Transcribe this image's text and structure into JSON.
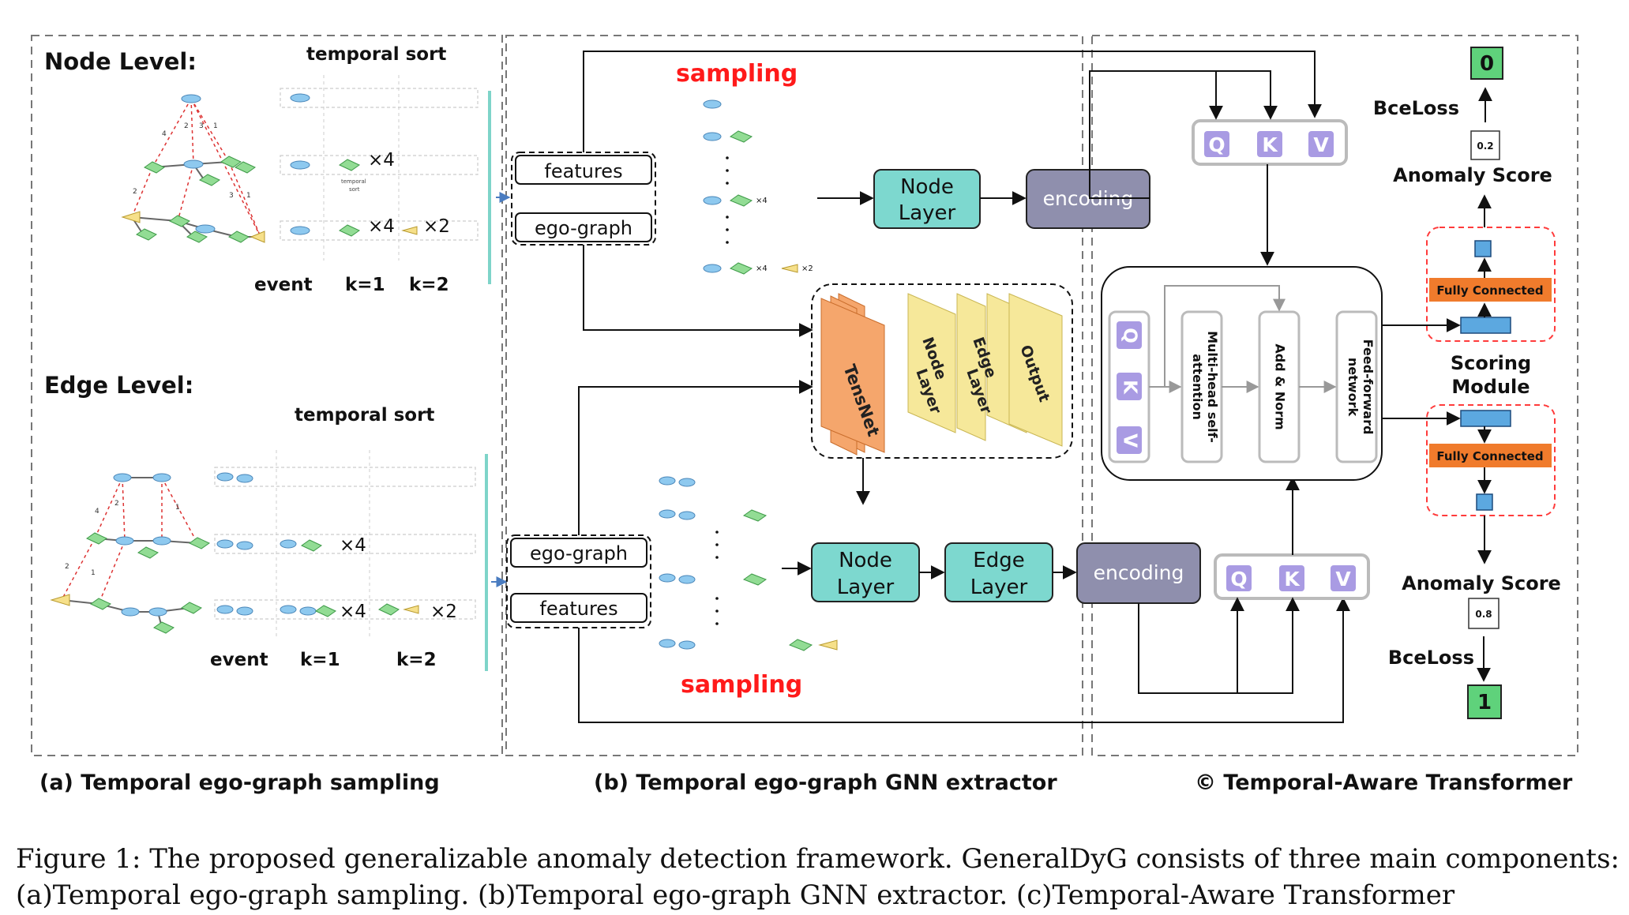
{
  "panel_a": {
    "node_level_title": "Node Level:",
    "edge_level_title": "Edge Level:",
    "temporal_sort": "temporal sort",
    "temporal_sort_small": [
      "temporal",
      "sort"
    ],
    "times4": "×4",
    "times2": "×2",
    "event": "event",
    "k1": "k=1",
    "k2": "k=2",
    "graph_edge_numbers": [
      "4",
      "2",
      "3",
      "1",
      "2",
      "3",
      "1"
    ],
    "caption": "(a) Temporal ego-graph sampling"
  },
  "panel_b": {
    "sampling": "sampling",
    "features": "features",
    "ego_graph": "ego-graph",
    "node_layer": [
      "Node",
      "Layer"
    ],
    "edge_layer": [
      "Edge",
      "Layer"
    ],
    "encoding": "encoding",
    "tensnet": "TensNet",
    "stack_node_layer": [
      "Node",
      "Layer"
    ],
    "stack_edge_layer": [
      "Edge",
      "Layer"
    ],
    "stack_output": "Output",
    "small_x4": "×4",
    "small_x2": "×2",
    "caption": "(b) Temporal ego-graph GNN extractor"
  },
  "panel_c": {
    "q": "Q",
    "k": "K",
    "v": "V",
    "mhsa": [
      "Multi-head self-",
      "attention"
    ],
    "add_norm": "Add & Norm",
    "ffn": [
      "Feed-forward",
      "network"
    ],
    "fully_connected": "Fully Connected",
    "scoring_module": [
      "Scoring",
      "Module"
    ],
    "anomaly_score": "Anomaly Score",
    "bce_loss": "BceLoss",
    "score_top": "0.2",
    "score_bottom": "0.8",
    "label_top": "0",
    "label_bottom": "1",
    "caption": "© Temporal-Aware Transformer"
  },
  "figure_caption": {
    "line1": "Figure 1: The proposed generalizable anomaly detection framework. GeneralDyG consists of three main components:",
    "line2": "(a)Temporal ego-graph sampling. (b)Temporal ego-graph GNN extractor. (c)Temporal-Aware Transformer"
  },
  "colors": {
    "node_blue": "#8ec9ef",
    "edge_green": "#92dc94",
    "teal_box": "#7dd8cf",
    "encoding_box": "#8f8fad",
    "qkv_purple": "#a99be3",
    "tensnet_orange": "#f5a66c",
    "layer_yellow": "#f6e89a",
    "fc_orange": "#f07b2c",
    "fc_blue": "#5ca8e0",
    "label_green": "#5fd27b",
    "sampling_red": "#ff1a1a",
    "dashed_red": "#ff3b3b"
  }
}
